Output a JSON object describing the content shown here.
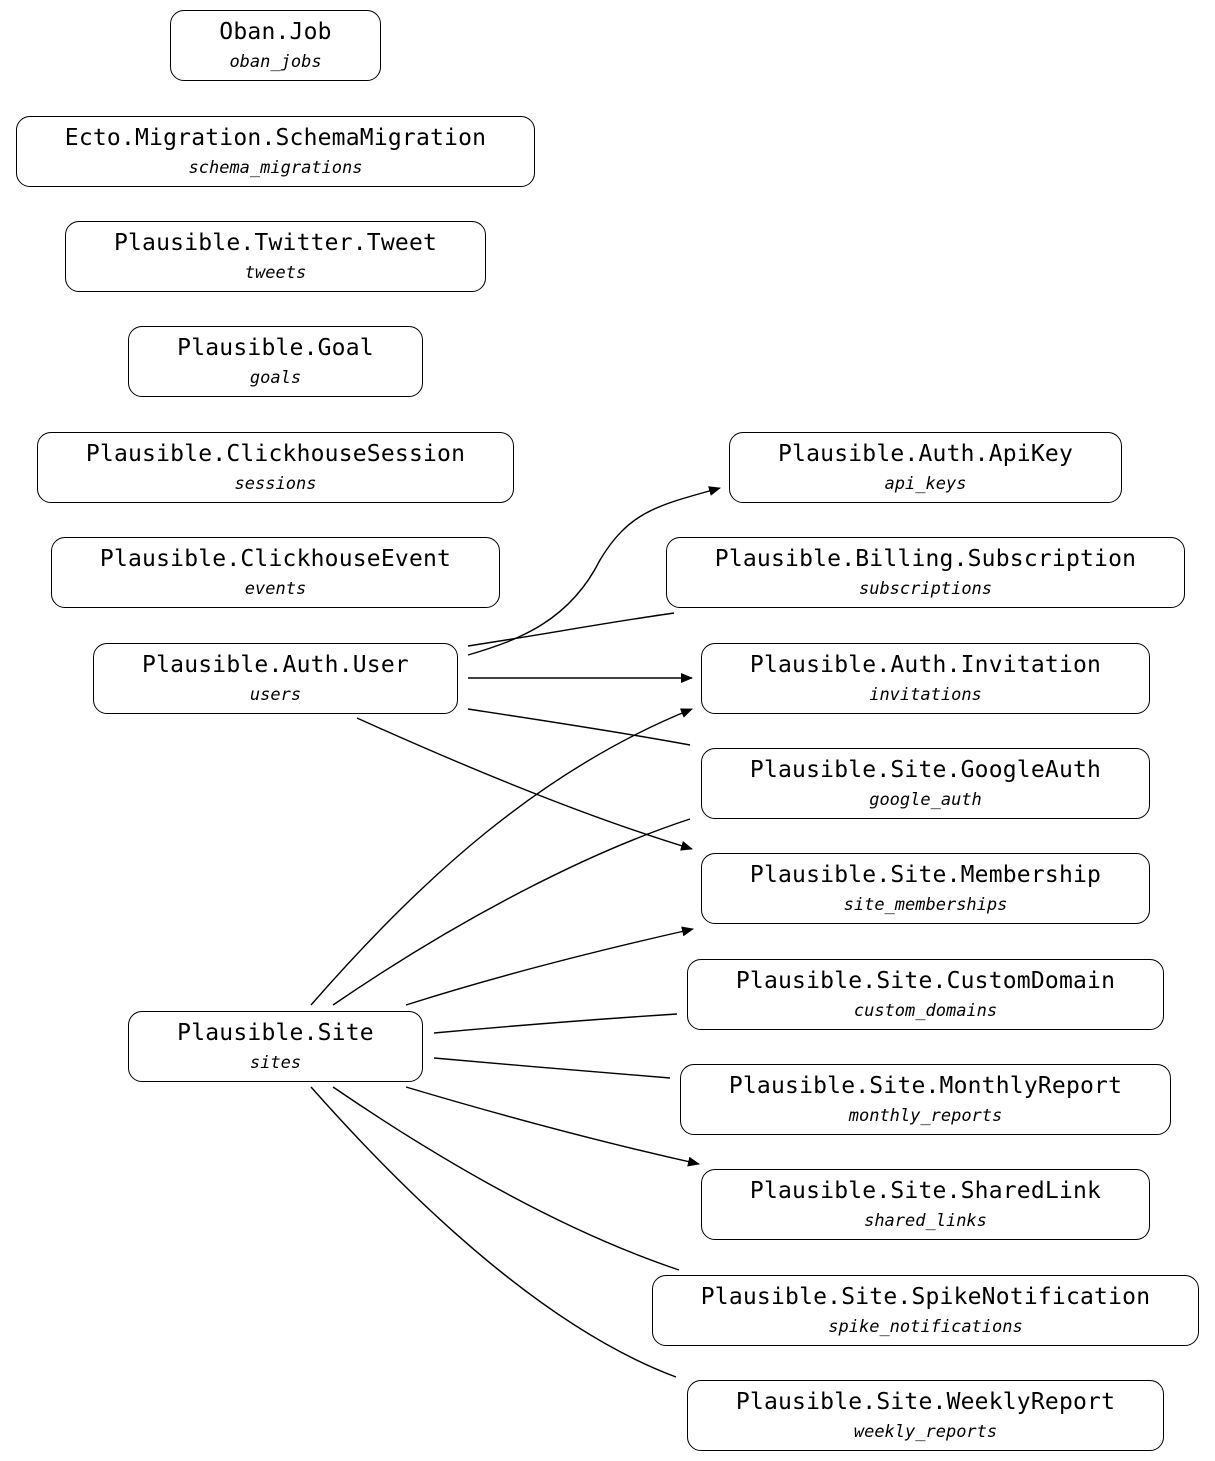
{
  "nodes": {
    "oban_job": {
      "module": "Oban.Job",
      "table": "oban_jobs"
    },
    "schema_migration": {
      "module": "Ecto.Migration.SchemaMigration",
      "table": "schema_migrations"
    },
    "tweet": {
      "module": "Plausible.Twitter.Tweet",
      "table": "tweets"
    },
    "goal": {
      "module": "Plausible.Goal",
      "table": "goals"
    },
    "clickhouse_session": {
      "module": "Plausible.ClickhouseSession",
      "table": "sessions"
    },
    "clickhouse_event": {
      "module": "Plausible.ClickhouseEvent",
      "table": "events"
    },
    "user": {
      "module": "Plausible.Auth.User",
      "table": "users"
    },
    "site": {
      "module": "Plausible.Site",
      "table": "sites"
    },
    "api_key": {
      "module": "Plausible.Auth.ApiKey",
      "table": "api_keys"
    },
    "subscription": {
      "module": "Plausible.Billing.Subscription",
      "table": "subscriptions"
    },
    "invitation": {
      "module": "Plausible.Auth.Invitation",
      "table": "invitations"
    },
    "google_auth": {
      "module": "Plausible.Site.GoogleAuth",
      "table": "google_auth"
    },
    "membership": {
      "module": "Plausible.Site.Membership",
      "table": "site_memberships"
    },
    "custom_domain": {
      "module": "Plausible.Site.CustomDomain",
      "table": "custom_domains"
    },
    "monthly_report": {
      "module": "Plausible.Site.MonthlyReport",
      "table": "monthly_reports"
    },
    "shared_link": {
      "module": "Plausible.Site.SharedLink",
      "table": "shared_links"
    },
    "spike_notification": {
      "module": "Plausible.Site.SpikeNotification",
      "table": "spike_notifications"
    },
    "weekly_report": {
      "module": "Plausible.Site.WeeklyReport",
      "table": "weekly_reports"
    }
  },
  "edges": [
    {
      "from": "user",
      "to": "api_key",
      "arrow": true
    },
    {
      "from": "user",
      "to": "subscription",
      "arrow": false
    },
    {
      "from": "user",
      "to": "invitation",
      "arrow": true
    },
    {
      "from": "user",
      "to": "google_auth",
      "arrow": false
    },
    {
      "from": "user",
      "to": "membership",
      "arrow": true
    },
    {
      "from": "site",
      "to": "invitation",
      "arrow": true
    },
    {
      "from": "site",
      "to": "google_auth",
      "arrow": false
    },
    {
      "from": "site",
      "to": "membership",
      "arrow": true
    },
    {
      "from": "site",
      "to": "custom_domain",
      "arrow": false
    },
    {
      "from": "site",
      "to": "monthly_report",
      "arrow": false
    },
    {
      "from": "site",
      "to": "shared_link",
      "arrow": true
    },
    {
      "from": "site",
      "to": "spike_notification",
      "arrow": false
    },
    {
      "from": "site",
      "to": "weekly_report",
      "arrow": false
    }
  ]
}
